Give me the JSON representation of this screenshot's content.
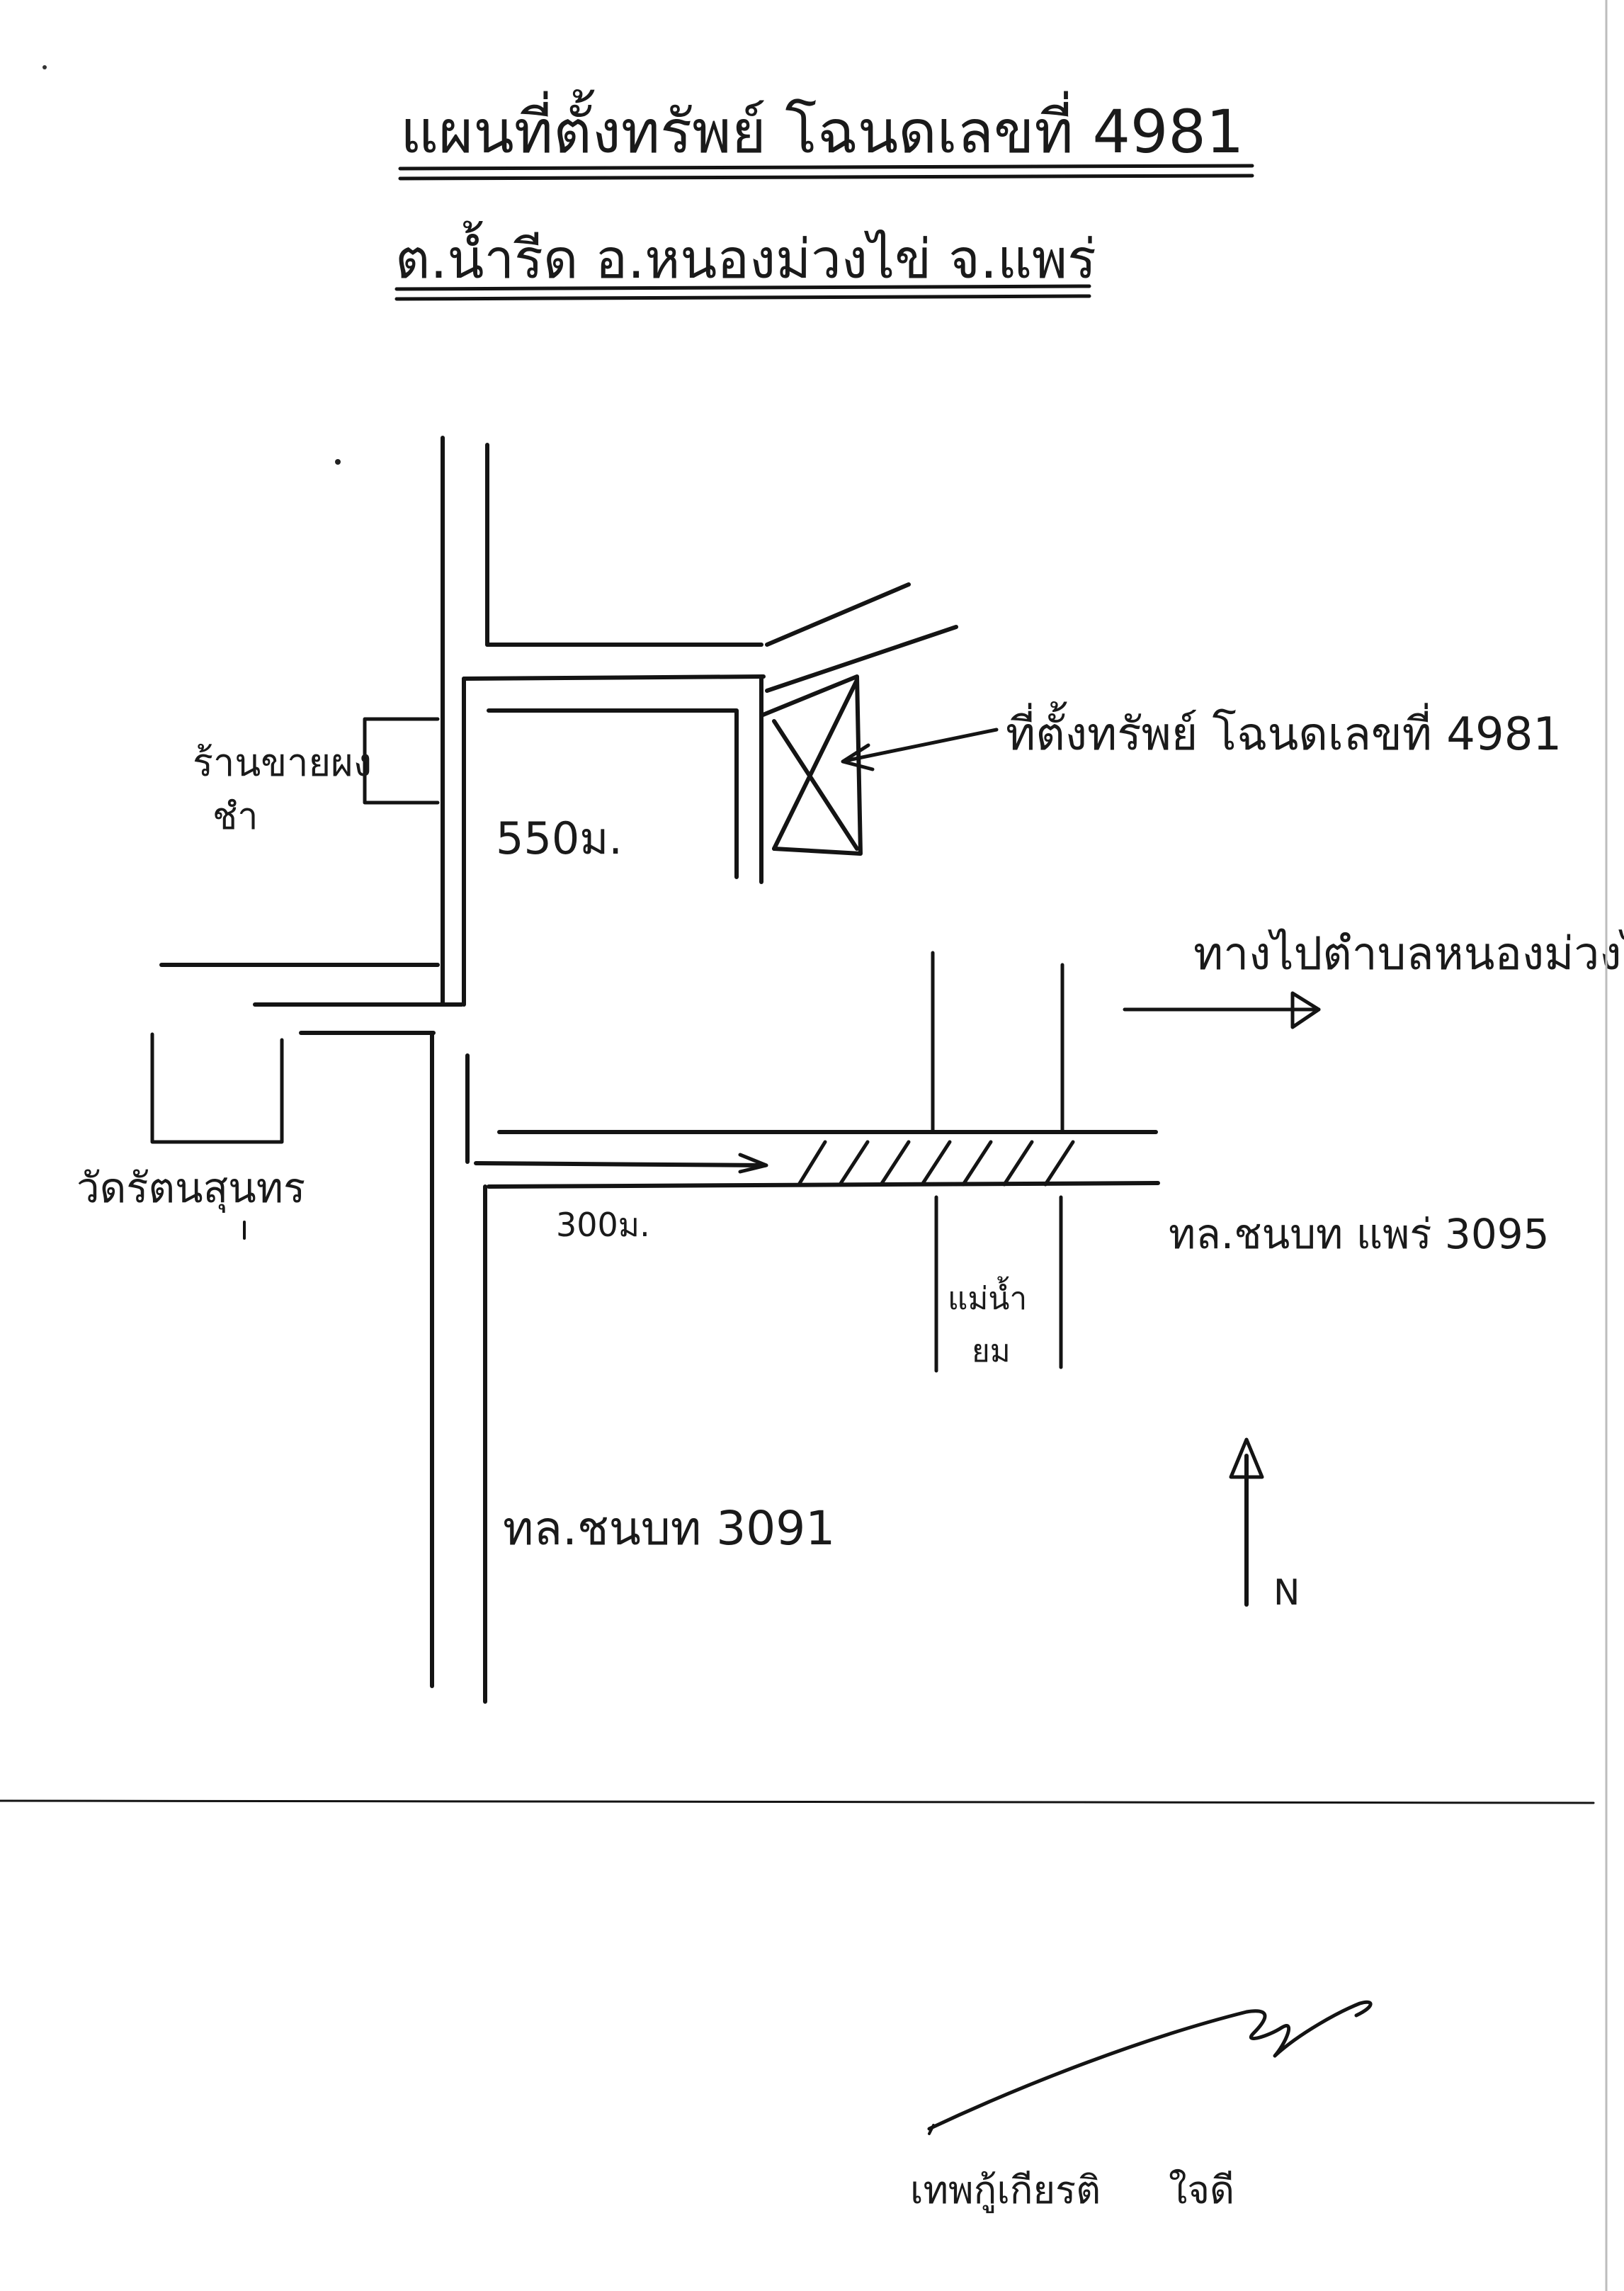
{
  "map": {
    "title_line1": "แผนที่ตั้งทรัพย์ โฉนดเลขที่ 4981",
    "title_line2": "ต.น้ำรีด อ.หนองม่วงไข่ จ.แพร่",
    "property_label": "ที่ตั้งทรัพย์ โฉนดเลขที่ 4981",
    "shop_label_line1": "ร้านขายผง",
    "shop_label_line2": "ชำ",
    "temple_label": "วัดรัตนสุนทร",
    "distance_north": "550ม.",
    "distance_south": "300ม.",
    "direction_label": "ทางไปตำบลหนองม่วงไข่",
    "road_east": "ทล.ชนบท แพร่ 3095",
    "road_south": "ทล.ชนบท 3091",
    "river_label_line1": "แม่น้ำ",
    "river_label_line2": "ยม",
    "north_label": "N",
    "signature_name": "เทพกู้เกียรติ",
    "signature_surname": "ใจดี"
  }
}
